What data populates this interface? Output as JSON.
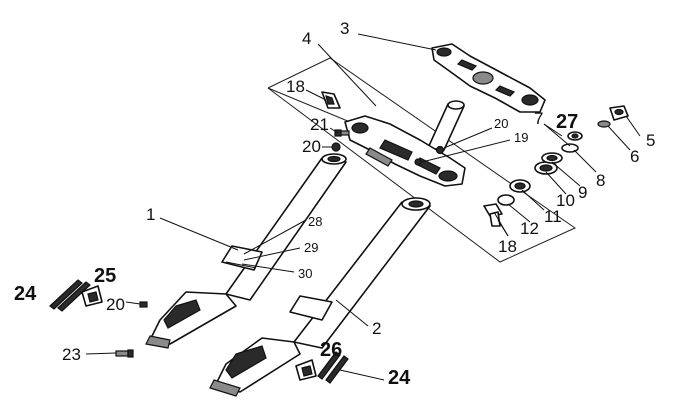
{
  "labels": {
    "n1": "1",
    "n2": "2",
    "n3": "3",
    "n4": "4",
    "n5": "5",
    "n6": "6",
    "n7": "7",
    "n8": "8",
    "n9": "9",
    "n10": "10",
    "n11": "11",
    "n12": "12",
    "n18a": "18",
    "n18b": "18",
    "n19": "19",
    "n20a": "20",
    "n20b": "20",
    "n20c": "20",
    "n21": "21",
    "n23": "23",
    "n24a": "24",
    "n24b": "24",
    "n25": "25",
    "n26": "26",
    "n27": "27",
    "n28": "28",
    "n29": "29",
    "n30": "30"
  }
}
